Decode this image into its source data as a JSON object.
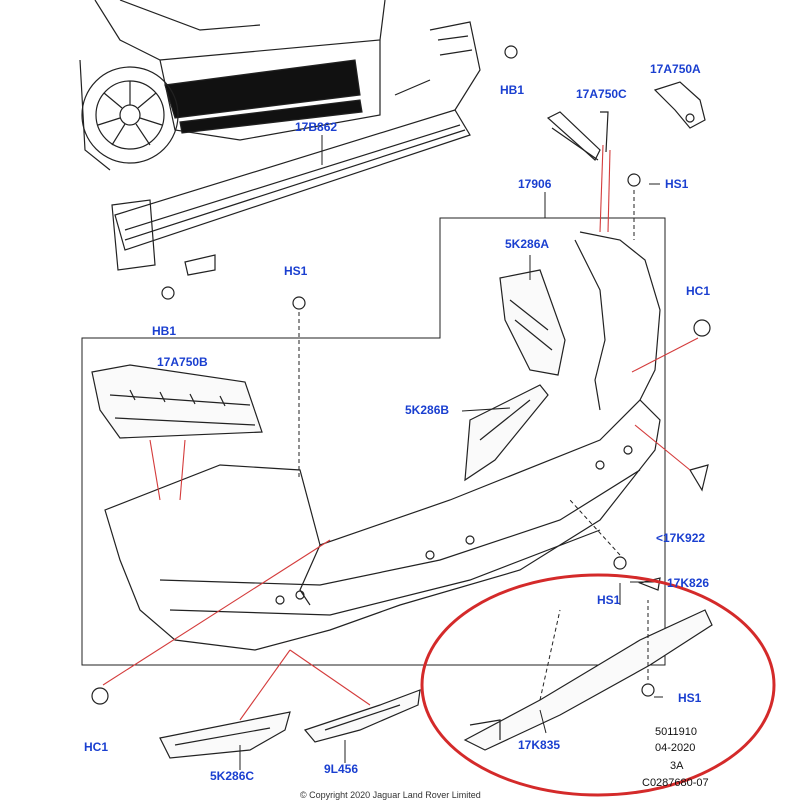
{
  "diagram": {
    "part_labels": {
      "hb1_top": "HB1",
      "p17a750a": "17A750A",
      "p17a750c": "17A750C",
      "p17b862": "17B862",
      "hs1_a": "HS1",
      "p17906": "17906",
      "p5k286a": "5K286A",
      "hs1_b": "HS1",
      "hc1_right": "HC1",
      "hb1_left": "HB1",
      "p17a750b": "17A750B",
      "p5k286b": "5K286B",
      "p17k922": "<17K922",
      "p17k826": "17K826",
      "hs1_c": "HS1",
      "hs1_d": "HS1",
      "hc1_left": "HC1",
      "p5k286c": "5K286C",
      "p9l456": "9L456",
      "p17k835": "17K835"
    },
    "document_info": {
      "number": "5011910",
      "date": "04-2020",
      "revision": "3A",
      "code": "C0287680-07"
    },
    "copyright": "© Copyright 2020 Jaguar Land Rover Limited",
    "colors": {
      "label": "#1a3fd0",
      "callout_line": "#d43c3c",
      "highlight_ellipse": "#d42a2a",
      "line_art": "#222222"
    }
  }
}
